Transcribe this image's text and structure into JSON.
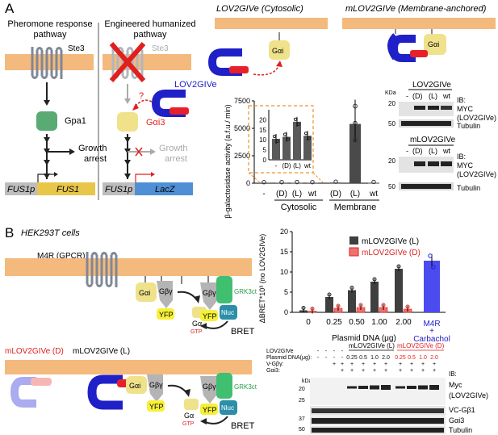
{
  "panel_a": {
    "label": "A",
    "pheromone": {
      "title_line1": "Pheromone response",
      "title_line2": "pathway",
      "receptor": "Ste3",
      "protein": "Gpa1",
      "outcome_line1": "Growth",
      "outcome_line2": "arrest",
      "promoter": "FUS1p",
      "gene": "FUS1"
    },
    "engineered": {
      "title_line1": "Engineered humanized",
      "title_line2": "pathway",
      "receptor": "Ste3",
      "biosensor": "LOV2GIVe",
      "question": "?",
      "protein": "Gαi3",
      "outcome_line1": "Growth",
      "outcome_line2": "arrest",
      "promoter": "FUS1p",
      "gene": "LacZ"
    },
    "cytosolic_title": "LOV2GIVe (Cytosolic)",
    "membrane_title": "mLOV2GIVe (Membrane-anchored)",
    "galpha_label": "Gαi",
    "blot1": {
      "kda": "KDa",
      "header": "LOV2GIVe",
      "lanes": [
        "-",
        "(D)",
        "(L)",
        "wt"
      ],
      "ib": "IB:",
      "rows": [
        "MYC",
        "(LOV2GIVe)",
        "Tubulin"
      ],
      "markers": [
        "20",
        "50"
      ]
    },
    "blot2": {
      "header": "mLOV2GIVe",
      "lanes": [
        "-",
        "(D)",
        "(L)",
        "wt"
      ],
      "ib": "IB:",
      "rows": [
        "MYC",
        "(LOV2GIVe)",
        "Tubulin"
      ],
      "markers": [
        "20",
        "50"
      ]
    }
  },
  "panel_b": {
    "label": "B",
    "cell_line": "HEK293T cells",
    "receptor": "M4R (GPCR)",
    "gai": "Gαi",
    "gbg": "Gβγ",
    "gbg2": "Gβγ",
    "grk": "GRK3ct",
    "yfp": "YFP",
    "nluc": "Nluc",
    "gtp_ga": "Gα",
    "gtp": "GTP",
    "bret": "BRET",
    "legend_d": "mLOV2GIVe (D)",
    "legend_l": "mLOV2GIVe (L)",
    "gai_bottom": "Gαi",
    "blot": {
      "header_row": "LOV2GIVe",
      "rows": [
        "Plasmid DNA(μg):",
        "V-Gβγ:",
        "Gαi3:"
      ],
      "group_l": "mLOV2GIVe (L)",
      "group_d": "mLOV2GIVe (D)",
      "dna_amounts": [
        "0.25",
        "0.5",
        "1.0",
        "2.0",
        "0.25",
        "0.5",
        "1.0",
        "2.0"
      ],
      "dashes": [
        "-",
        "-",
        "-",
        "-"
      ],
      "plus": "+",
      "ib": "IB:",
      "kda": "kDa",
      "markers": [
        "20",
        "25",
        "37",
        "50"
      ],
      "bands": [
        "Myc",
        "(LOV2GIVe)",
        "VC-Gβ1",
        "Gαi3",
        "Tubulin"
      ]
    }
  },
  "colors": {
    "membrane": "#f4b97c",
    "receptor": "#7f8896",
    "gpa1": "#5aaa73",
    "galpha": "#efe28a",
    "lov_blue": "#2020c8",
    "lov_red": "#e8202a",
    "fus1": "#e8c64a",
    "lacz": "#4f8fd6",
    "bar_l": "#3f3f3f",
    "bar_d": "#f07070",
    "m4r_bar": "#4b4bf0",
    "nluc": "#2c8fa8",
    "grk": "#3fbf6f",
    "yfp": "#f6f03a",
    "gbg": "#b4b4b4"
  },
  "chart_data": [
    {
      "type": "bar",
      "ylabel": "β-galactosidase activity (a.f.u./ min)",
      "ylim": [
        0,
        7500
      ],
      "yticks": [
        0,
        2500,
        5000,
        7500
      ],
      "categories": [
        "-",
        "(D)",
        "(L)",
        "wt",
        "(D)",
        "(L)",
        "wt"
      ],
      "values": [
        20,
        25,
        30,
        25,
        60,
        5400,
        40
      ],
      "groups": [
        "Cytosolic",
        "Membrane"
      ],
      "inset": {
        "ylim": [
          0,
          25
        ],
        "yticks": [
          0,
          5,
          10,
          15,
          20
        ],
        "categories": [
          "-",
          "(D)",
          "(L)",
          "wt"
        ],
        "values": [
          10.5,
          11.5,
          19,
          12
        ]
      }
    },
    {
      "type": "bar",
      "ylabel": "ΔBRET*10³ (no LOV2GIVe)",
      "ylim": [
        0,
        20
      ],
      "yticks": [
        0,
        5,
        10,
        15,
        20
      ],
      "xlabel": "Plasmid DNA (μg)",
      "categories": [
        "0",
        "0.25",
        "0.50",
        "1.00",
        "2.00"
      ],
      "series": [
        {
          "name": "mLOV2GIVe (L)",
          "values": [
            0.5,
            3.8,
            5.5,
            7.6,
            10.8
          ]
        },
        {
          "name": "mLOV2GIVe (D)",
          "values": [
            0.3,
            1.0,
            1.2,
            1.2,
            0.8
          ]
        }
      ],
      "extra_bar": {
        "label_line1": "M4R",
        "label_line2": "+",
        "label_line3": "Carbachol",
        "value": 12.8
      },
      "legend": "top-right"
    }
  ]
}
